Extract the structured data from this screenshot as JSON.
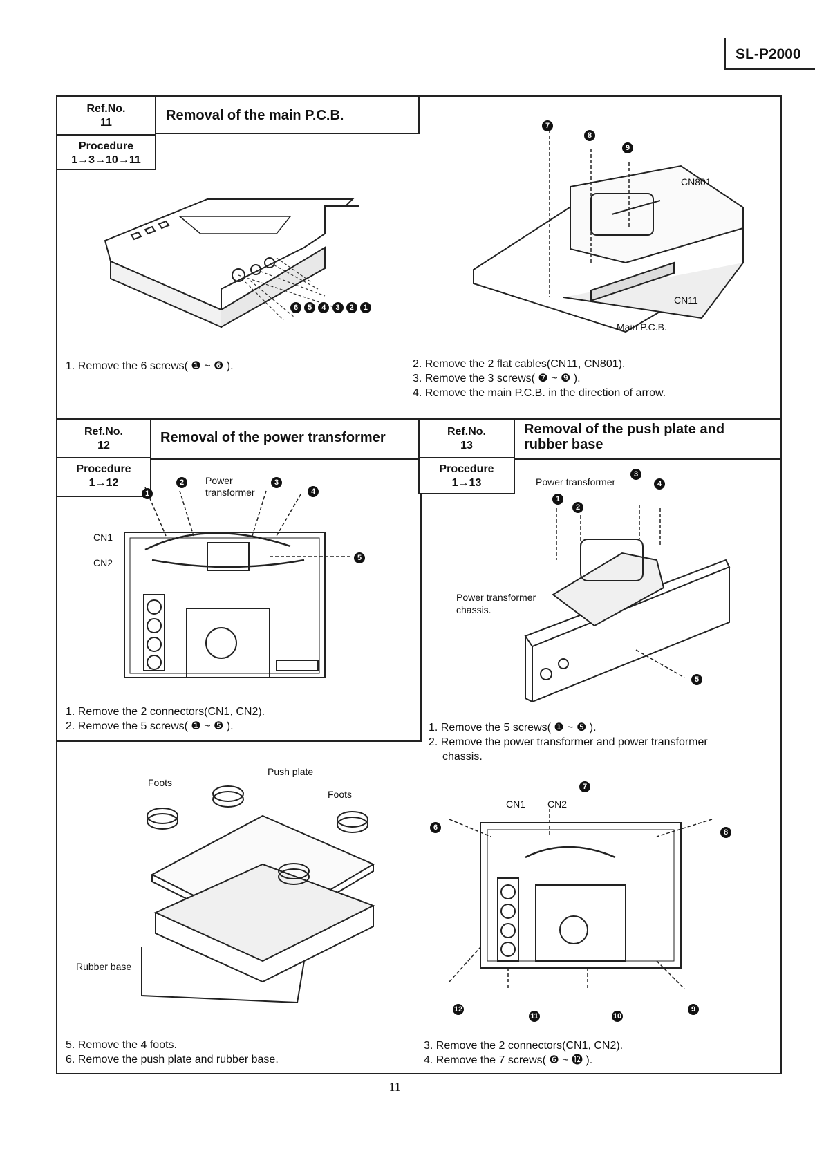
{
  "header": {
    "model": "SL-P2000"
  },
  "sections": [
    {
      "ref_label": "Ref.No.",
      "ref_no": "11",
      "title": "Removal of the main P.C.B.",
      "procedure_label": "Procedure",
      "procedure": "1→3→10→11",
      "steps_left": [
        "1. Remove the 6 screws( ❶ ~ ❻ )."
      ],
      "steps_right": [
        "2. Remove the 2 flat cables(CN11, CN801).",
        "3. Remove the 3 screws( ❼ ~ ❾ ).",
        "4. Remove the main P.C.B. in the direction of arrow."
      ],
      "labels": {
        "cn801": "CN801",
        "cn11": "CN11",
        "main_pcb": "Main P.C.B."
      },
      "screw_markers_left": [
        "❶",
        "❷",
        "❸",
        "❹",
        "❺",
        "❻"
      ],
      "screw_markers_right": [
        "❼",
        "❽",
        "❾"
      ]
    },
    {
      "ref_label": "Ref.No.",
      "ref_no": "12",
      "title": "Removal of the power transformer",
      "procedure_label": "Procedure",
      "procedure": "1→12",
      "steps": [
        "1. Remove the 2 connectors(CN1, CN2).",
        "2. Remove the 5 screws( ❶ ~ ❺ )."
      ],
      "labels": {
        "power": "Power",
        "transformer": "transformer",
        "cn1": "CN1",
        "cn2": "CN2"
      },
      "screw_markers": [
        "❶",
        "❷",
        "❸",
        "❹",
        "❺"
      ]
    },
    {
      "ref_label": "Ref.No.",
      "ref_no": "13",
      "title_line1": "Removal of the push plate and",
      "title_line2": "rubber base",
      "procedure_label": "Procedure",
      "procedure": "1→13",
      "steps": [
        "1. Remove the 5 screws( ❶ ~ ❺ ).",
        "2. Remove the power transformer and power transformer",
        "    chassis."
      ],
      "labels": {
        "power_transformer": "Power transformer",
        "chassis_line1": "Power transformer",
        "chassis_line2": "chassis."
      },
      "screw_markers": [
        "❶",
        "❷",
        "❸",
        "❹",
        "❺"
      ]
    },
    {
      "steps_left": [
        "5. Remove the 4 foots.",
        "6. Remove the push plate and rubber base."
      ],
      "steps_right": [
        "3. Remove the 2 connectors(CN1, CN2).",
        "4. Remove the 7 screws( ❻ ~ ⓬ )."
      ],
      "labels": {
        "foots_a": "Foots",
        "foots_b": "Foots",
        "push_plate": "Push plate",
        "rubber_base": "Rubber base",
        "cn1": "CN1",
        "cn2": "CN2"
      },
      "screw_markers": [
        "❻",
        "❼",
        "❽",
        "❾",
        "❿",
        "⓫",
        "⓬"
      ]
    }
  ],
  "footer": {
    "page": "— 11 —"
  }
}
